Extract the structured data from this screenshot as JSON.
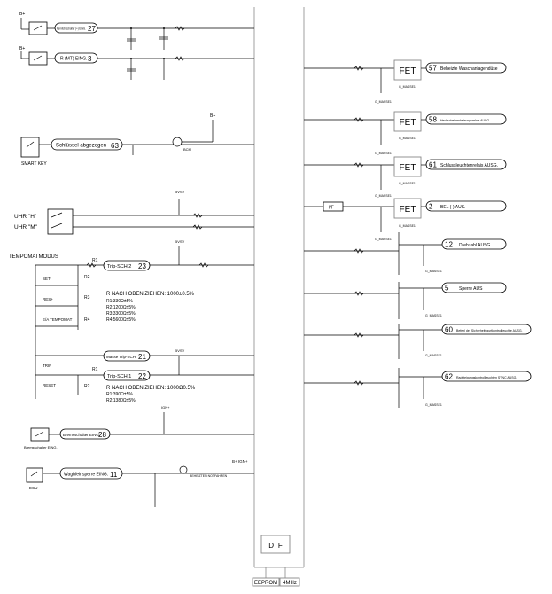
{
  "inputs": [
    {
      "name": "Fernlichtschalter (+) EING.",
      "num": "27"
    },
    {
      "name": "R (MT) EING.",
      "num": "3"
    },
    {
      "name": "Schlüssel abgezogen",
      "num": "63"
    },
    {
      "name": "Trip-SCH.2",
      "num": "23"
    },
    {
      "name": "Masse Trip-SCH.",
      "num": "21"
    },
    {
      "name": "Trip-SCH.1",
      "num": "22"
    },
    {
      "name": "Bremsschalter EING.",
      "num": "28"
    },
    {
      "name": "Waghfeinsperre EING.",
      "num": "11"
    }
  ],
  "outputs": [
    {
      "name": "Beheizte Waschanlagendüse",
      "num": "57"
    },
    {
      "name": "Heckscheibenheizungsrelais AUSG.",
      "num": "58"
    },
    {
      "name": "Schlussleuchtenrelais AUSG.",
      "num": "61"
    },
    {
      "name": "BEL (-) AUS.",
      "num": "2"
    },
    {
      "name": "Drehzahl AUSG.",
      "num": "12"
    },
    {
      "name": "Sperre AUS",
      "num": "5"
    },
    {
      "name": "Befehl der Sicherheitsgurtkontrollleuchte AUSG.",
      "num": "60"
    },
    {
      "name": "Radsteigungskontrollleuchten SYNC AUSG.",
      "num": "62"
    }
  ],
  "labels": {
    "bplus": "B+",
    "smart_key": "SMART KEY",
    "uhr_h": "UHR \"H\"",
    "uhr_m": "UHR \"M\"",
    "tempomat": "TEMPOMATMODUS",
    "set": "SET-",
    "res": "RES+",
    "ea_tempomat": "E/A TEMPOMAT",
    "trip": "TRIP",
    "reset": "RESET",
    "r1": "R1",
    "r2": "R2",
    "r3": "R3",
    "r4": "R4",
    "pullup_a": "R NACH OBEN ZIEHEN: 1000±0.5%",
    "pullup_a_values": [
      "R1:330Ω±5%",
      "R2:1200Ω±5%",
      "R3:3300Ω±5%",
      "R4:5600Ω±5%"
    ],
    "pullup_b": "R NACH OBEN ZIEHEN: 1000Ω0.5%",
    "pullup_b_values": [
      "R1:390Ω±5%",
      "R2:1380Ω±5%"
    ],
    "v5": "5VSV",
    "ign": "IGN+",
    "ign2": "B+ IGN+",
    "fet": "FET",
    "gmasse": "G_MASSE1",
    "if": "I/F",
    "dtf": "DTF",
    "eeprom": "EEPROM",
    "mhz": "4MHz",
    "brake_sw": "Bremsschalter EING.",
    "ecu": "ECU",
    "lamp": "BEHEIZTEN NOTFAHREN",
    "bcm": "BCM"
  },
  "colors": {
    "line": "#000000",
    "chip": "#888888",
    "background": "#ffffff"
  }
}
